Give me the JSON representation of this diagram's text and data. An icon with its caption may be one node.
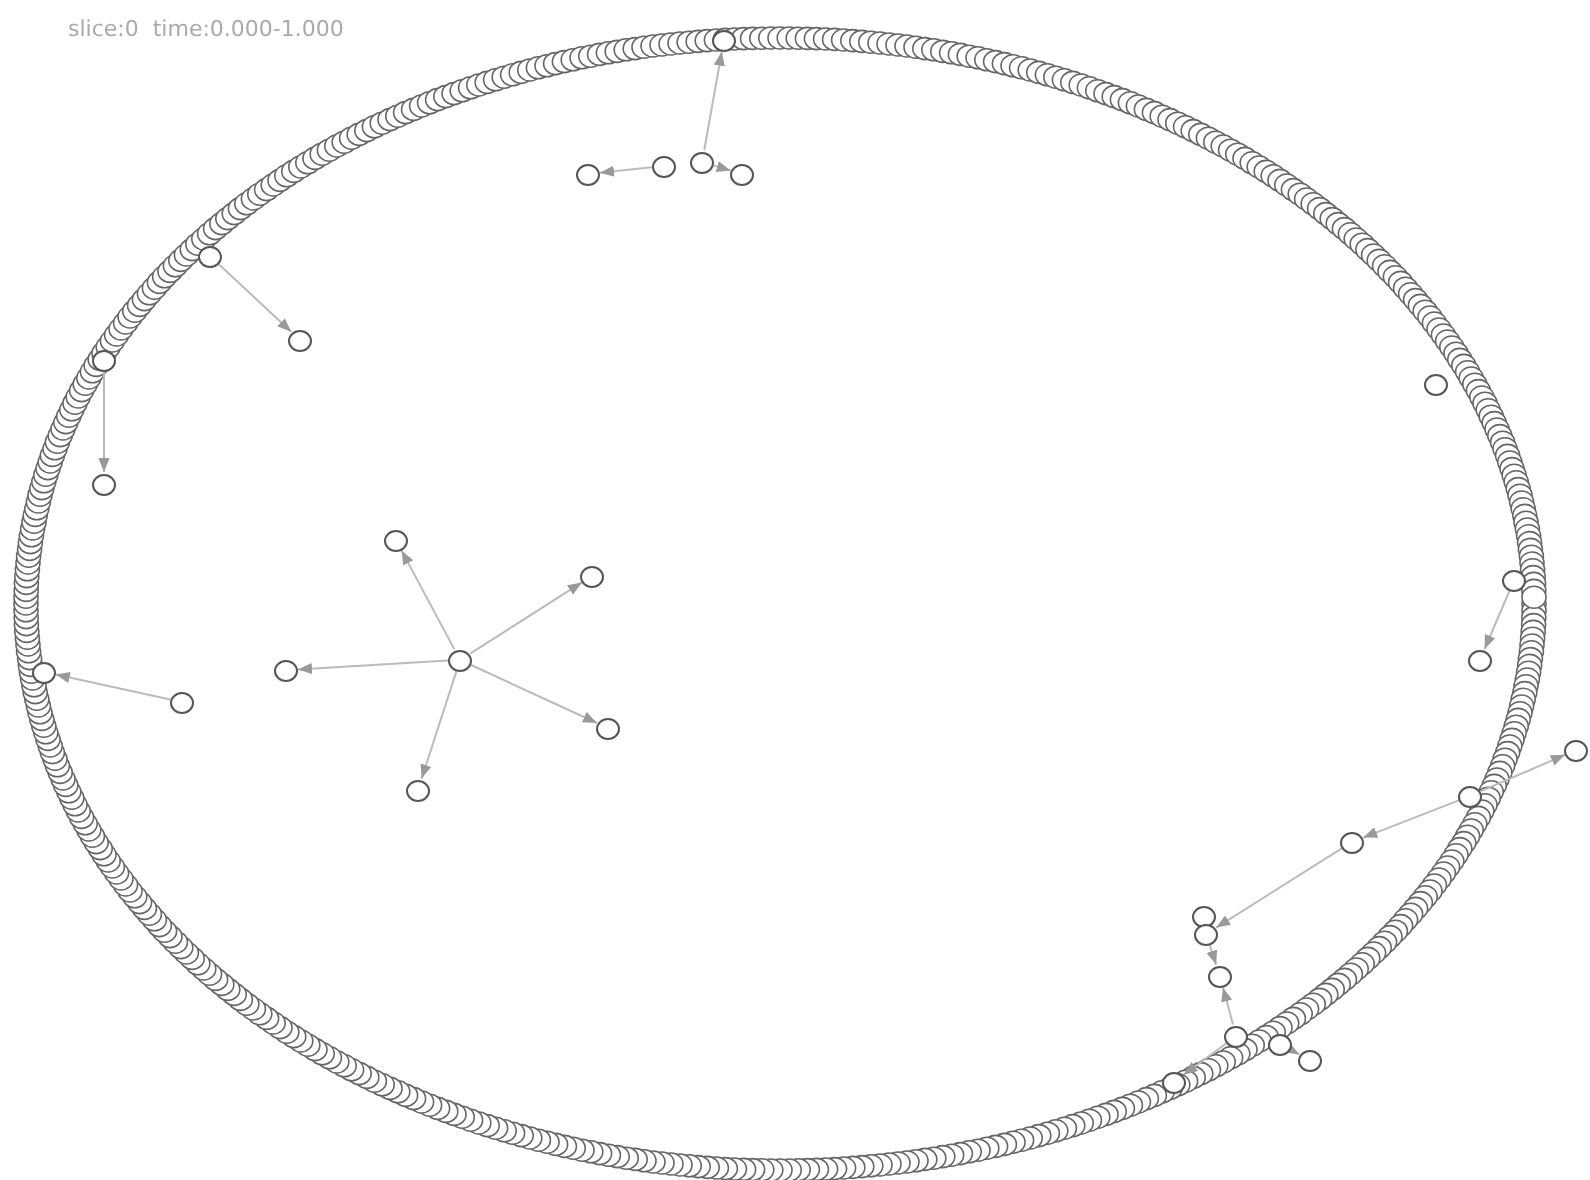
{
  "diagram": {
    "nodes": [
      {
        "text": [],
        "shape": "circle"
      },
      {
        "text": [],
        "shape": "circle"
      },
      {
        "text": [],
        "shape": "circle"
      },
      {
        "text": [],
        "shape": "circle"
      },
      {
        "text": [],
        "shape": "circle"
      },
      {
        "text": [],
        "shape": "circle"
      },
      {
        "text": [],
        "shape": "circle"
      },
      {
        "text": [],
        "shape": "circle"
      },
      {
        "text": [],
        "shape": "circle"
      },
      {
        "text": [],
        "shape": "circle"
      },
      {
        "text": [],
        "shape": "circle"
      },
      {
        "text": [],
        "shape": "circle"
      },
      {
        "text": [],
        "shape": "circle"
      },
      {
        "text": [],
        "shape": "circle"
      },
      {
        "text": [],
        "shape": "circle"
      },
      {
        "text": [],
        "shape": "circle"
      },
      {
        "text": [],
        "shape": "circle"
      },
      {
        "text": [],
        "shape": "circle"
      },
      {
        "text": [],
        "shape": "circle"
      },
      {
        "text": [],
        "shape": "circle"
      },
      {
        "text": [],
        "shape": "circle"
      },
      {
        "text": [],
        "shape": "circle"
      },
      {
        "text": [],
        "shape": "circle"
      },
      {
        "text": [],
        "shape": "circle"
      },
      {
        "text": [],
        "shape": "circle"
      },
      {
        "text": [],
        "shape": "circle"
      },
      {
        "text": [],
        "shape": "circle"
      },
      {
        "text": [],
        "shape": "circle"
      },
      {
        "text": [],
        "shape": "circle"
      },
      {
        "text": [],
        "shape": "circle"
      }
    ],
    "edges": [
      {
        "from": 2,
        "to": 1,
        "arrow": "to"
      },
      {
        "from": 3,
        "to": 4,
        "arrow": "to"
      },
      {
        "from": 3,
        "to": 0,
        "arrow": "to"
      },
      {
        "from": 5,
        "to": 6,
        "arrow": "to"
      },
      {
        "from": 7,
        "to": 8,
        "arrow": "to"
      },
      {
        "from": 13,
        "to": 10,
        "arrow": "to"
      },
      {
        "from": 13,
        "to": 11,
        "arrow": "to"
      },
      {
        "from": 13,
        "to": 14,
        "arrow": "to"
      },
      {
        "from": 13,
        "to": 17,
        "arrow": "to"
      },
      {
        "from": 13,
        "to": 19,
        "arrow": "to"
      },
      {
        "from": 16,
        "to": 15,
        "arrow": "to"
      },
      {
        "from": 12,
        "to": 18,
        "arrow": "to"
      },
      {
        "from": 21,
        "to": 20,
        "arrow": "to"
      },
      {
        "from": 21,
        "to": 22,
        "arrow": "to"
      },
      {
        "from": 22,
        "to": 24,
        "arrow": "to"
      },
      {
        "from": 24,
        "to": 25,
        "arrow": "to"
      },
      {
        "from": 26,
        "to": 25,
        "arrow": "to"
      },
      {
        "from": 26,
        "to": 29,
        "arrow": "to"
      },
      {
        "from": 27,
        "to": 28,
        "arrow": "to"
      }
    ],
    "labels": [
      "slice:0  time:0.000-1.000"
    ]
  }
}
